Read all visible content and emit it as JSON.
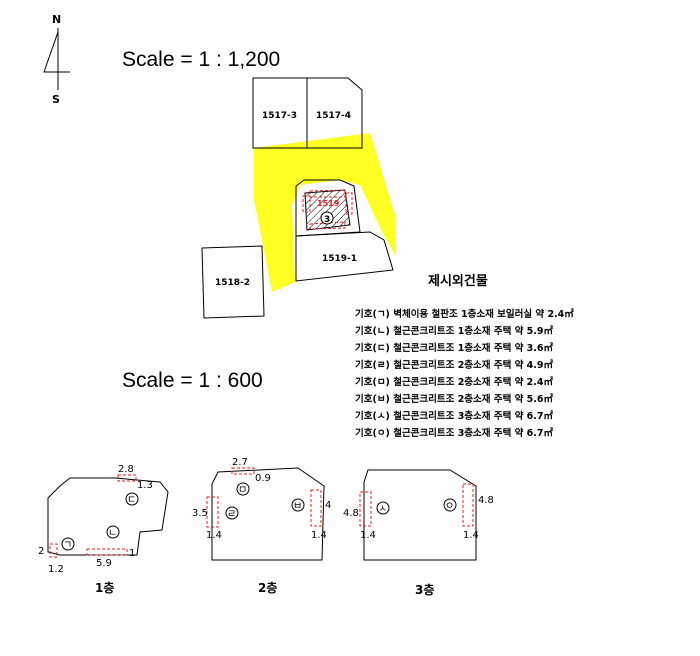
{
  "compass": {
    "north": "N",
    "south": "S"
  },
  "scale_top": "Scale = 1 : 1,200",
  "scale_bottom": "Scale = 1 : 600",
  "parcels": {
    "p1": "1517-3",
    "p2": "1517-4",
    "p3": "1519",
    "p4": "1519-1",
    "p5": "1518-2",
    "bldg_no": "3"
  },
  "legend": {
    "title": "제시외건물",
    "items": [
      "기호(ㄱ) 벽체이용 철판조 1층소재 보일러실 약 2.4㎡",
      "기호(ㄴ) 철근콘크리트조 1층소재 주택 약 5.9㎡",
      "기호(ㄷ) 철근콘크리트조 1층소재 주택 약 3.6㎡",
      "기호(ㄹ) 철근콘크리트조 2층소재 주택 약 4.9㎡",
      "기호(ㅁ) 철근콘크리트조 2층소재 주택 약 2.4㎡",
      "기호(ㅂ) 철근콘크리트조 2층소재 주택 약 5.6㎡",
      "기호(ㅅ) 철근콘크리트조 3층소재 주택 약 6.7㎡",
      "기호(ㅇ) 철근콘크리트조 3층소재 주택 약 6.7㎡"
    ]
  },
  "floor1": {
    "label": "1층",
    "marks": {
      "a": "ㄱ",
      "b": "ㄴ",
      "c": "ㄷ"
    },
    "dims": {
      "d1": "2.8",
      "d2": "1.3",
      "d3": "2",
      "d4": "1.2",
      "d5": "5.9",
      "d6": "1"
    }
  },
  "floor2": {
    "label": "2층",
    "marks": {
      "a": "ㅁ",
      "b": "ㄹ",
      "c": "ㅂ"
    },
    "dims": {
      "d1": "2.7",
      "d2": "0.9",
      "d3": "3.5",
      "d4": "1.4",
      "d5": "4",
      "d6": "1.4"
    }
  },
  "floor3": {
    "label": "3층",
    "marks": {
      "a": "ㅅ",
      "b": "ㅇ"
    },
    "dims": {
      "d1": "4.8",
      "d2": "1.4",
      "d3": "4.8",
      "d4": "1.4"
    }
  }
}
